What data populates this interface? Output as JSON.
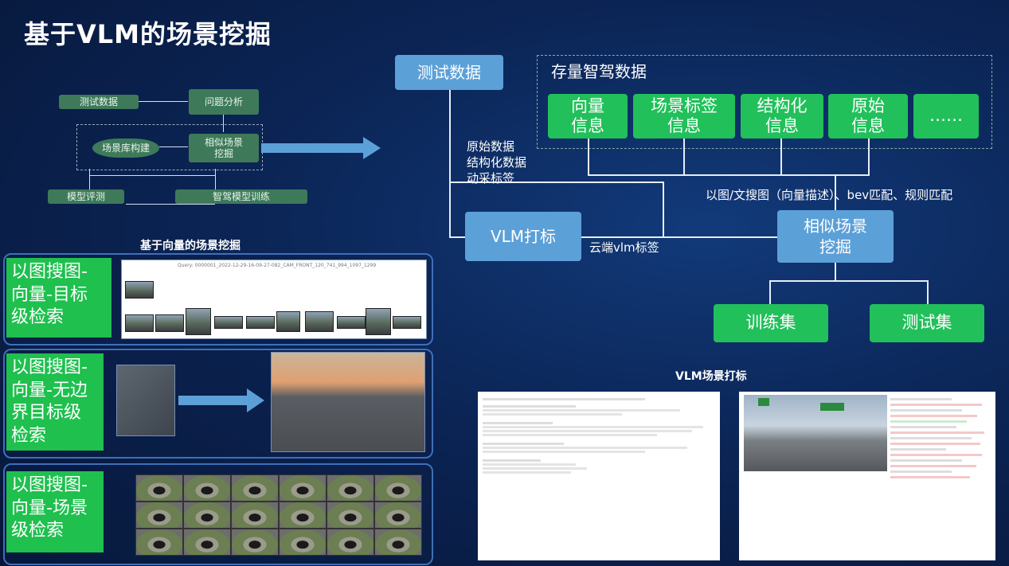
{
  "slide": {
    "title": "基于VLM的场景挖掘"
  },
  "small_flow": {
    "test_data": "测试数据",
    "problem_analysis": "问题分析",
    "similar_scene_mining": "相似场景\n挖掘",
    "scene_lib_build": "场景库构建",
    "model_eval": "模型评测",
    "ad_model_train": "智驾模型训练"
  },
  "big_flow": {
    "test_data": "测试数据",
    "stock_data_title": "存量智驾数据",
    "stock_items": [
      "向量\n信息",
      "场景标签\n信息",
      "结构化\n信息",
      "原始\n信息",
      "……"
    ],
    "data_labels": [
      "原始数据",
      "结构化数据",
      "动采标签"
    ],
    "vlm_tagging": "VLM打标",
    "cloud_label": "云端vlm标签",
    "search_methods": "以图/文搜图（向量描述）、bev匹配、规则匹配",
    "similar_scene_mining": "相似场景\n挖掘",
    "train_set": "训练集",
    "test_set": "测试集"
  },
  "vector_mining": {
    "heading": "基于向量的场景挖掘",
    "panels": [
      {
        "label": "以图搜图-\n向量-目标\n级检索"
      },
      {
        "label": "以图搜图-\n向量-无边\n界目标级\n检索"
      },
      {
        "label": "以图搜图-\n向量-场景\n级检索"
      }
    ],
    "query_caption": "Query: 0000001_2022-12-29-16-09-27-082_CAM_FRONT_120_741_994_1097_1299"
  },
  "vlm_tagging_section": {
    "heading": "VLM场景打标"
  },
  "colors": {
    "background": "#0b2556",
    "accent_green": "#21c05a",
    "accent_blue": "#5ca0d8",
    "small_box": "#3e7a5a"
  }
}
